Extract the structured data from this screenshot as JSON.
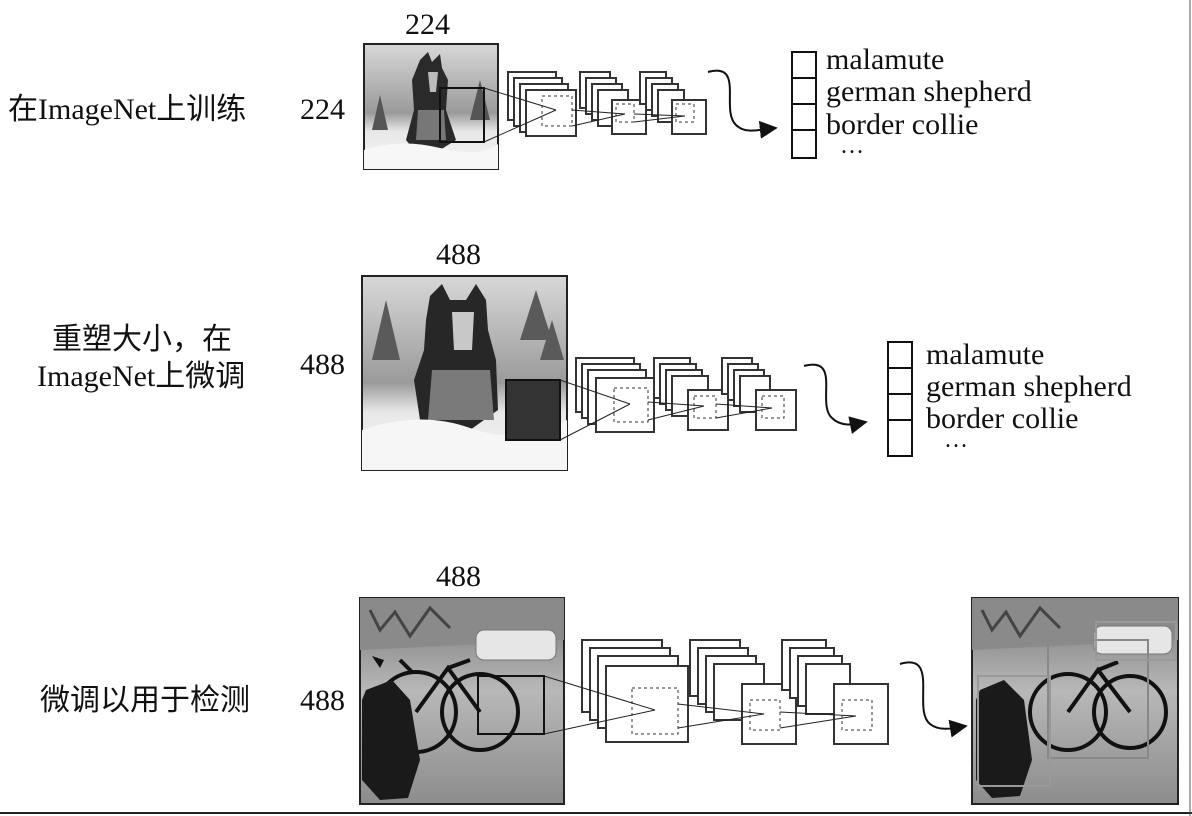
{
  "rows": [
    {
      "label_lines": [
        "在ImageNet上训练"
      ],
      "width_label": "224",
      "height_label": "224",
      "classes": [
        "malamute",
        "german shepherd",
        "border collie",
        "…"
      ]
    },
    {
      "label_lines": [
        "重塑大小，在",
        "ImageNet上微调"
      ],
      "width_label": "488",
      "height_label": "488",
      "classes": [
        "malamute",
        "german shepherd",
        "border collie",
        "…"
      ]
    },
    {
      "label_lines": [
        "微调以用于检测"
      ],
      "width_label": "488",
      "height_label": "488"
    }
  ],
  "icons": {
    "input_image_1": "dog-in-snow-photo",
    "input_image_2": "dog-in-snow-photo",
    "input_image_3": "dog-and-bicycle-photo",
    "output_image": "detection-result-photo",
    "arrow": "curved-arrow-icon"
  }
}
